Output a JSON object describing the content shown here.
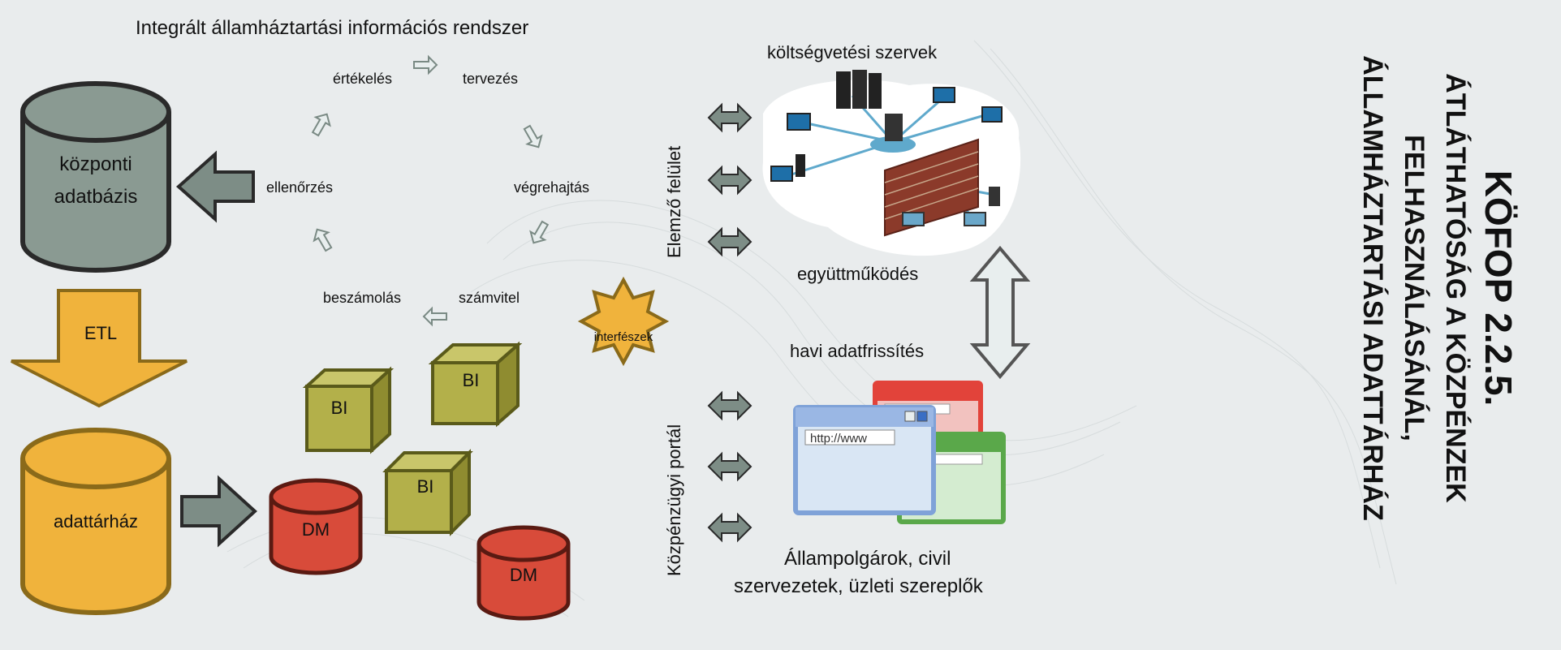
{
  "diagram_title": "Integrált államháztartási információs rendszer",
  "cycle": {
    "evaluation": "értékelés",
    "planning": "tervezés",
    "execution": "végrehajtás",
    "accounting": "számvitel",
    "reporting": "beszámolás",
    "control": "ellenőrzés"
  },
  "central_db_line1": "központi",
  "central_db_line2": "adatbázis",
  "etl_label": "ETL",
  "warehouse_label": "adattárház",
  "bi_label": "BI",
  "dm_label": "DM",
  "interfaces_label": "interfészek",
  "analyst_ui_label": "Elemző felület",
  "public_portal_label": "Közpénzügyi portál",
  "budget_orgs_label": "költségvetési szervek",
  "cooperation_label": "együttműködés",
  "monthly_update_label": "havi adatfrissítés",
  "citizens_line1": "Állampolgárok, civil",
  "citizens_line2": "szervezetek, üzleti szereplők",
  "browser_url": "http://www",
  "project_title_line1": "KÖFOP 2.2.5.",
  "project_title_line2": "ÁTLÁTHATÓSÁG A KÖZPÉNZEK",
  "project_title_line3": "FELHASZNÁLÁSÁNÁL,",
  "project_title_line4": "ÁLLAMHÁZTARTÁSI ADATTÁRHÁZ",
  "colors": {
    "background": "#e9eced",
    "gray_db": "#8a9a92",
    "gray_arrow": "#7d8d86",
    "dark_outline": "#2a2a2a",
    "warehouse": "#f0b33c",
    "etl": "#f0b33c",
    "bi_cube": "#b3b04a",
    "dm": "#d84b3a",
    "interfaces_star": "#f0b33c",
    "network_blue": "#5fa9cc"
  },
  "icons": {
    "dbl_arrow": "double-headed-arrow-icon",
    "network": "network-icon",
    "browser": "browser-window-icon"
  }
}
